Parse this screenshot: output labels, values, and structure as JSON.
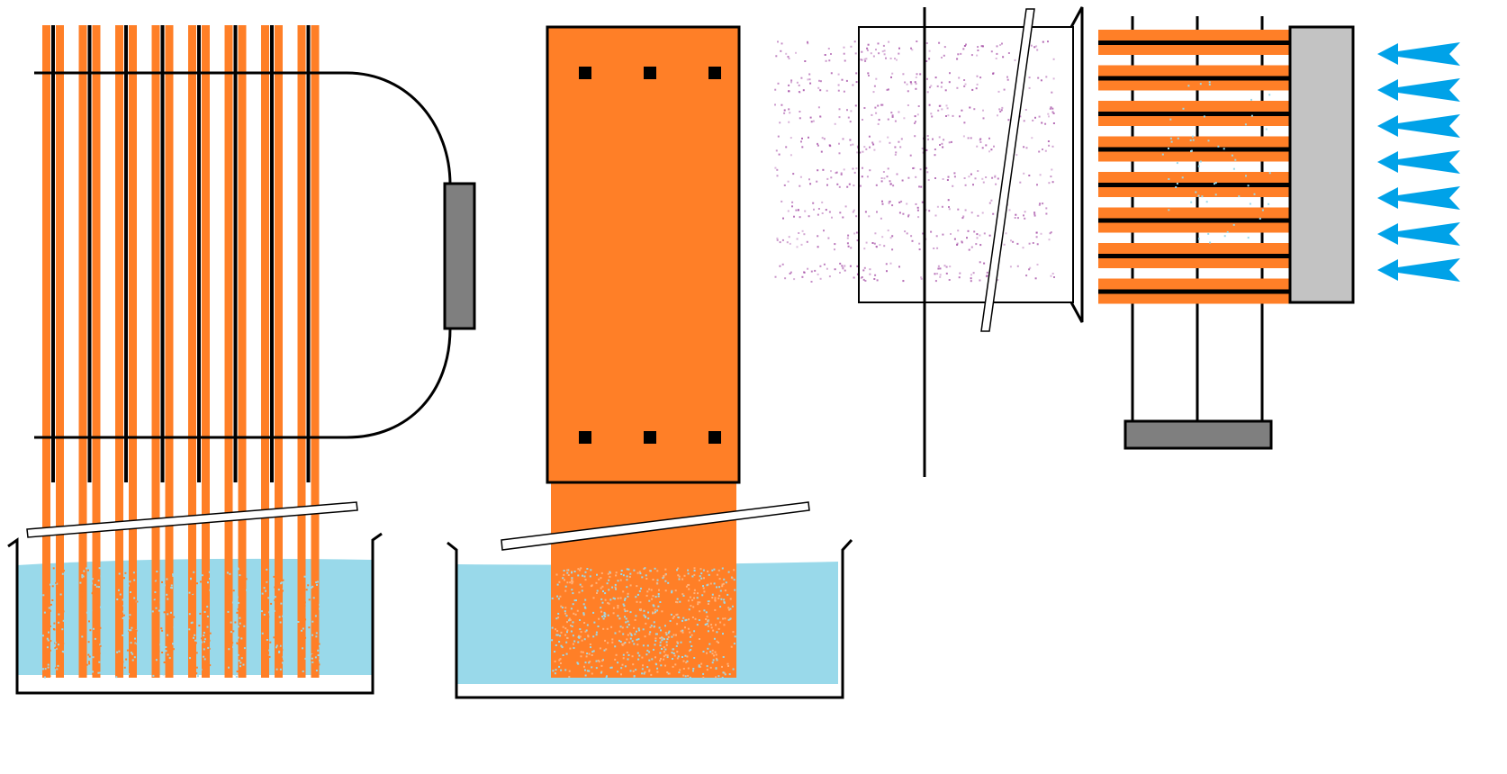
{
  "colors": {
    "background": "#ffffff",
    "copper": "#ff7f27",
    "outline": "#000000",
    "water": "#99d9ea",
    "heater": "#7f7f7f",
    "panel": "#c3c3c3",
    "mist": "#a349a4",
    "droplet": "#99d9ea",
    "airflow": "#00a2e8"
  },
  "panel_a": {
    "name": "strip-array-wick",
    "strip_count": 8,
    "components": [
      "copper-strips",
      "frame-rails",
      "heater-block",
      "water-tray",
      "tray-crossbar"
    ]
  },
  "panel_b": {
    "name": "copper-sheet-wick",
    "fastener_count": 6,
    "components": [
      "copper-sheet",
      "fasteners",
      "water-tray",
      "tray-crossbar"
    ]
  },
  "panel_c": {
    "name": "fin-stack-humidifier",
    "fin_count": 8,
    "arrow_count": 7,
    "arrow_icon": "arrow-left-icon",
    "components": [
      "mist-duct",
      "fin-stack",
      "side-panel",
      "base-block",
      "airflow-arrows"
    ]
  }
}
